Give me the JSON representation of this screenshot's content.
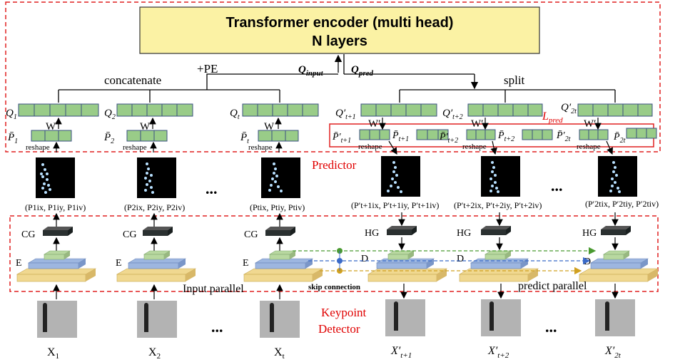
{
  "encoder": {
    "title_line1": "Transformer encoder (multi head)",
    "title_line2": "N layers",
    "q_input": "Q",
    "q_input_sub": "input",
    "q_pred": "Q",
    "q_pred_sub": "pred"
  },
  "top": {
    "concatenate": "concatenate",
    "pe": "+PE",
    "split": "split",
    "l_pred": "L",
    "l_pred_sub": "pred"
  },
  "input_columns": [
    {
      "q": "Q",
      "q_sub": "1",
      "w": "W",
      "p": "P̄",
      "p_sub": "1",
      "reshape": "reshape",
      "coords": "(P1ix, P1iy, P1iv)",
      "cg": "CG",
      "e": "E",
      "x": "X",
      "x_sub": "1"
    },
    {
      "q": "Q",
      "q_sub": "2",
      "w": "W",
      "p": "P̄",
      "p_sub": "2",
      "reshape": "reshape",
      "coords": "(P2ix, P2iy, P2iv)",
      "cg": "CG",
      "e": "E",
      "x": "X",
      "x_sub": "2"
    },
    {
      "q": "Q",
      "q_sub": "t",
      "w": "W",
      "p": "P̄",
      "p_sub": "t",
      "reshape": "reshape",
      "coords": "(Ptix, Ptiy, Ptiv)",
      "cg": "CG",
      "e": "E",
      "x": "X",
      "x_sub": "t"
    }
  ],
  "pred_columns": [
    {
      "q": "Q′",
      "q_sub": "t+1",
      "w": "W′",
      "p": "P̄′",
      "p_sub": "t+1",
      "p2": "P̄",
      "p2_sub": "t+1",
      "reshape": "reshape",
      "coords": "(P′t+1ix, P′t+1iy, P′t+1iv)",
      "hg": "HG",
      "d": "D",
      "x": "X′",
      "x_sub": "t+1"
    },
    {
      "q": "Q′",
      "q_sub": "t+2",
      "w": "W′",
      "p": "P̄′",
      "p_sub": "t+2",
      "p2": "P̄",
      "p2_sub": "t+2",
      "reshape": "reshape",
      "coords": "(P′t+2ix, P′t+2iy, P′t+2iv)",
      "hg": "HG",
      "d": "D",
      "x": "X′",
      "x_sub": "t+2"
    },
    {
      "q": "Q′",
      "q_sub": "2t",
      "w": "W′",
      "p": "P̄′",
      "p_sub": "2t",
      "p2": "P̄",
      "p2_sub": "2t",
      "reshape": "reshape",
      "coords": "(P′2tix, P′2tiy, P′2tiv)",
      "hg": "HG",
      "d": "D",
      "x": "X′",
      "x_sub": "2t"
    }
  ],
  "labels": {
    "predictor": "Predictor",
    "keypoint_line1": "Keypoint",
    "keypoint_line2": "Detector",
    "input_parallel": "Input parallel",
    "skip_connection": "skip connection",
    "predict_parallel": "predict parallel",
    "ellipsis": "..."
  },
  "colors": {
    "encoder_fill": "#fbf2a4",
    "vector_fill": "#99cc88",
    "red_dash": "#e02020",
    "layer_blue": "#9db6e0",
    "layer_gold": "#f0d890",
    "layer_green": "#b8d8a0",
    "dark_box": "#2a3030",
    "skip_green": "#4a9a30",
    "skip_blue": "#3a6ac8",
    "skip_gold": "#d0a020"
  }
}
